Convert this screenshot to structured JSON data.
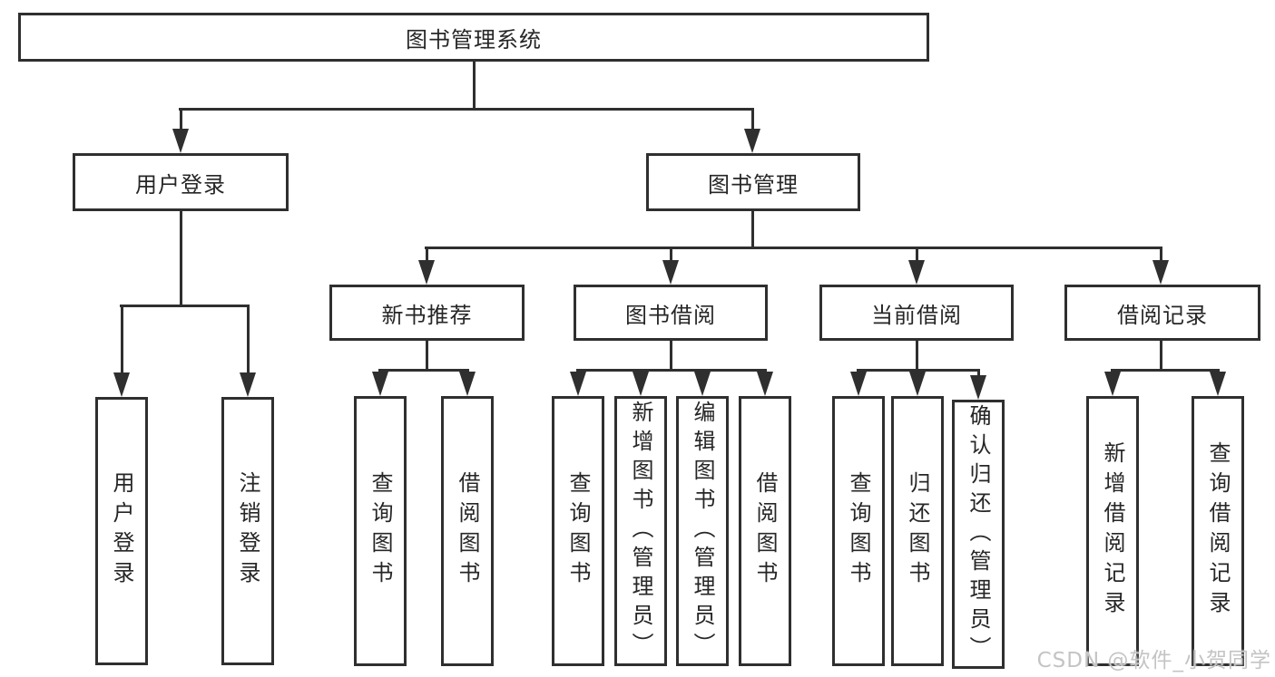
{
  "colors": {
    "line": "#2f2f2f",
    "text": "#262626",
    "watermark": "#c4c4c4",
    "background": "#ffffff"
  },
  "nodes": {
    "root": "图书管理系统",
    "user_login": "用户登录",
    "book_mgmt": "图书管理",
    "l3": [
      "新书推荐",
      "图书借阅",
      "当前借阅",
      "借阅记录"
    ],
    "leaves_login": [
      "用户登录",
      "注销登录"
    ],
    "leaves_recommend": [
      "查询图书",
      "借阅图书"
    ],
    "leaves_borrow": [
      "查询图书",
      "新增图书（管理员）",
      "编辑图书（管理员）",
      "借阅图书"
    ],
    "leaves_current": [
      "查询图书",
      "归还图书",
      "确认归还（管理员）"
    ],
    "leaves_record": [
      "新增借阅记录",
      "查询借阅记录"
    ]
  },
  "watermark": {
    "text": "CSDN @软件_小贺同学"
  }
}
